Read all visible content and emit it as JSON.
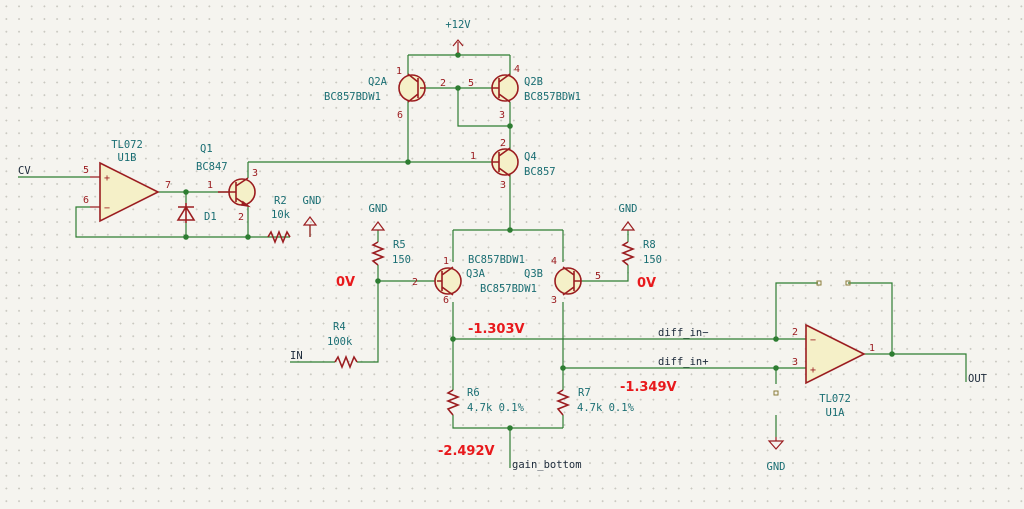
{
  "components": {
    "u1b": {
      "name": "TL072",
      "ref": "U1B",
      "pin_plus": "5",
      "pin_minus": "6",
      "pin_out": "7",
      "plus": "+",
      "minus": "−"
    },
    "u1a": {
      "name": "TL072",
      "ref": "U1A",
      "pin_minus": "2",
      "pin_plus": "3",
      "pin_out": "1",
      "plus": "+",
      "minus": "−"
    },
    "q1": {
      "ref": "Q1",
      "value": "BC847",
      "pin_b": "1",
      "pin_c": "3",
      "pin_e": "2"
    },
    "q2a": {
      "ref": "Q2A",
      "value": "BC857BDW1",
      "pin_e": "1",
      "pin_b": "2",
      "pin_c": "6"
    },
    "q2b": {
      "ref": "Q2B",
      "value": "BC857BDW1",
      "pin_b": "5",
      "pin_e": "4",
      "pin_c": "3"
    },
    "q4": {
      "ref": "Q4",
      "value": "BC857",
      "pin_b": "1",
      "pin_e": "2",
      "pin_c": "3"
    },
    "q3a": {
      "ref": "Q3A",
      "value": "BC857BDW1",
      "pin_b": "2",
      "pin_e": "1",
      "pin_c": "6"
    },
    "q3b": {
      "ref": "Q3B",
      "value": "BC857BDW1",
      "pin_e": "4",
      "pin_b": "5",
      "pin_c": "3"
    },
    "d1": {
      "ref": "D1"
    },
    "r2": {
      "ref": "R2",
      "value": "10k"
    },
    "r4": {
      "ref": "R4",
      "value": "100k"
    },
    "r5": {
      "ref": "R5",
      "value": "150"
    },
    "r6": {
      "ref": "R6",
      "value": "4.7k 0.1%"
    },
    "r7": {
      "ref": "R7",
      "value": "4.7k 0.1%"
    },
    "r8": {
      "ref": "R8",
      "value": "150"
    }
  },
  "power": {
    "vcc": "+12V",
    "gnd": "GND"
  },
  "nets": {
    "cv": "CV",
    "in": "IN",
    "out": "OUT",
    "diff_in_minus": "diff_in−",
    "diff_in_plus": "diff_in+",
    "gain_bottom": "gain_bottom"
  },
  "voltages": {
    "q3a_base": "0V",
    "q3b_base": "0V",
    "q3a_collector": "-1.303V",
    "q3b_collector": "-1.349V",
    "gain_bottom": "-2.492V"
  },
  "colors": {
    "wire": "#2e7d32",
    "symbol": "#9b1d20",
    "body_fill": "#f5f0c8",
    "ref_text": "#1a6e73",
    "voltage_annotation": "#e8191c",
    "background": "#f5f4ef"
  }
}
